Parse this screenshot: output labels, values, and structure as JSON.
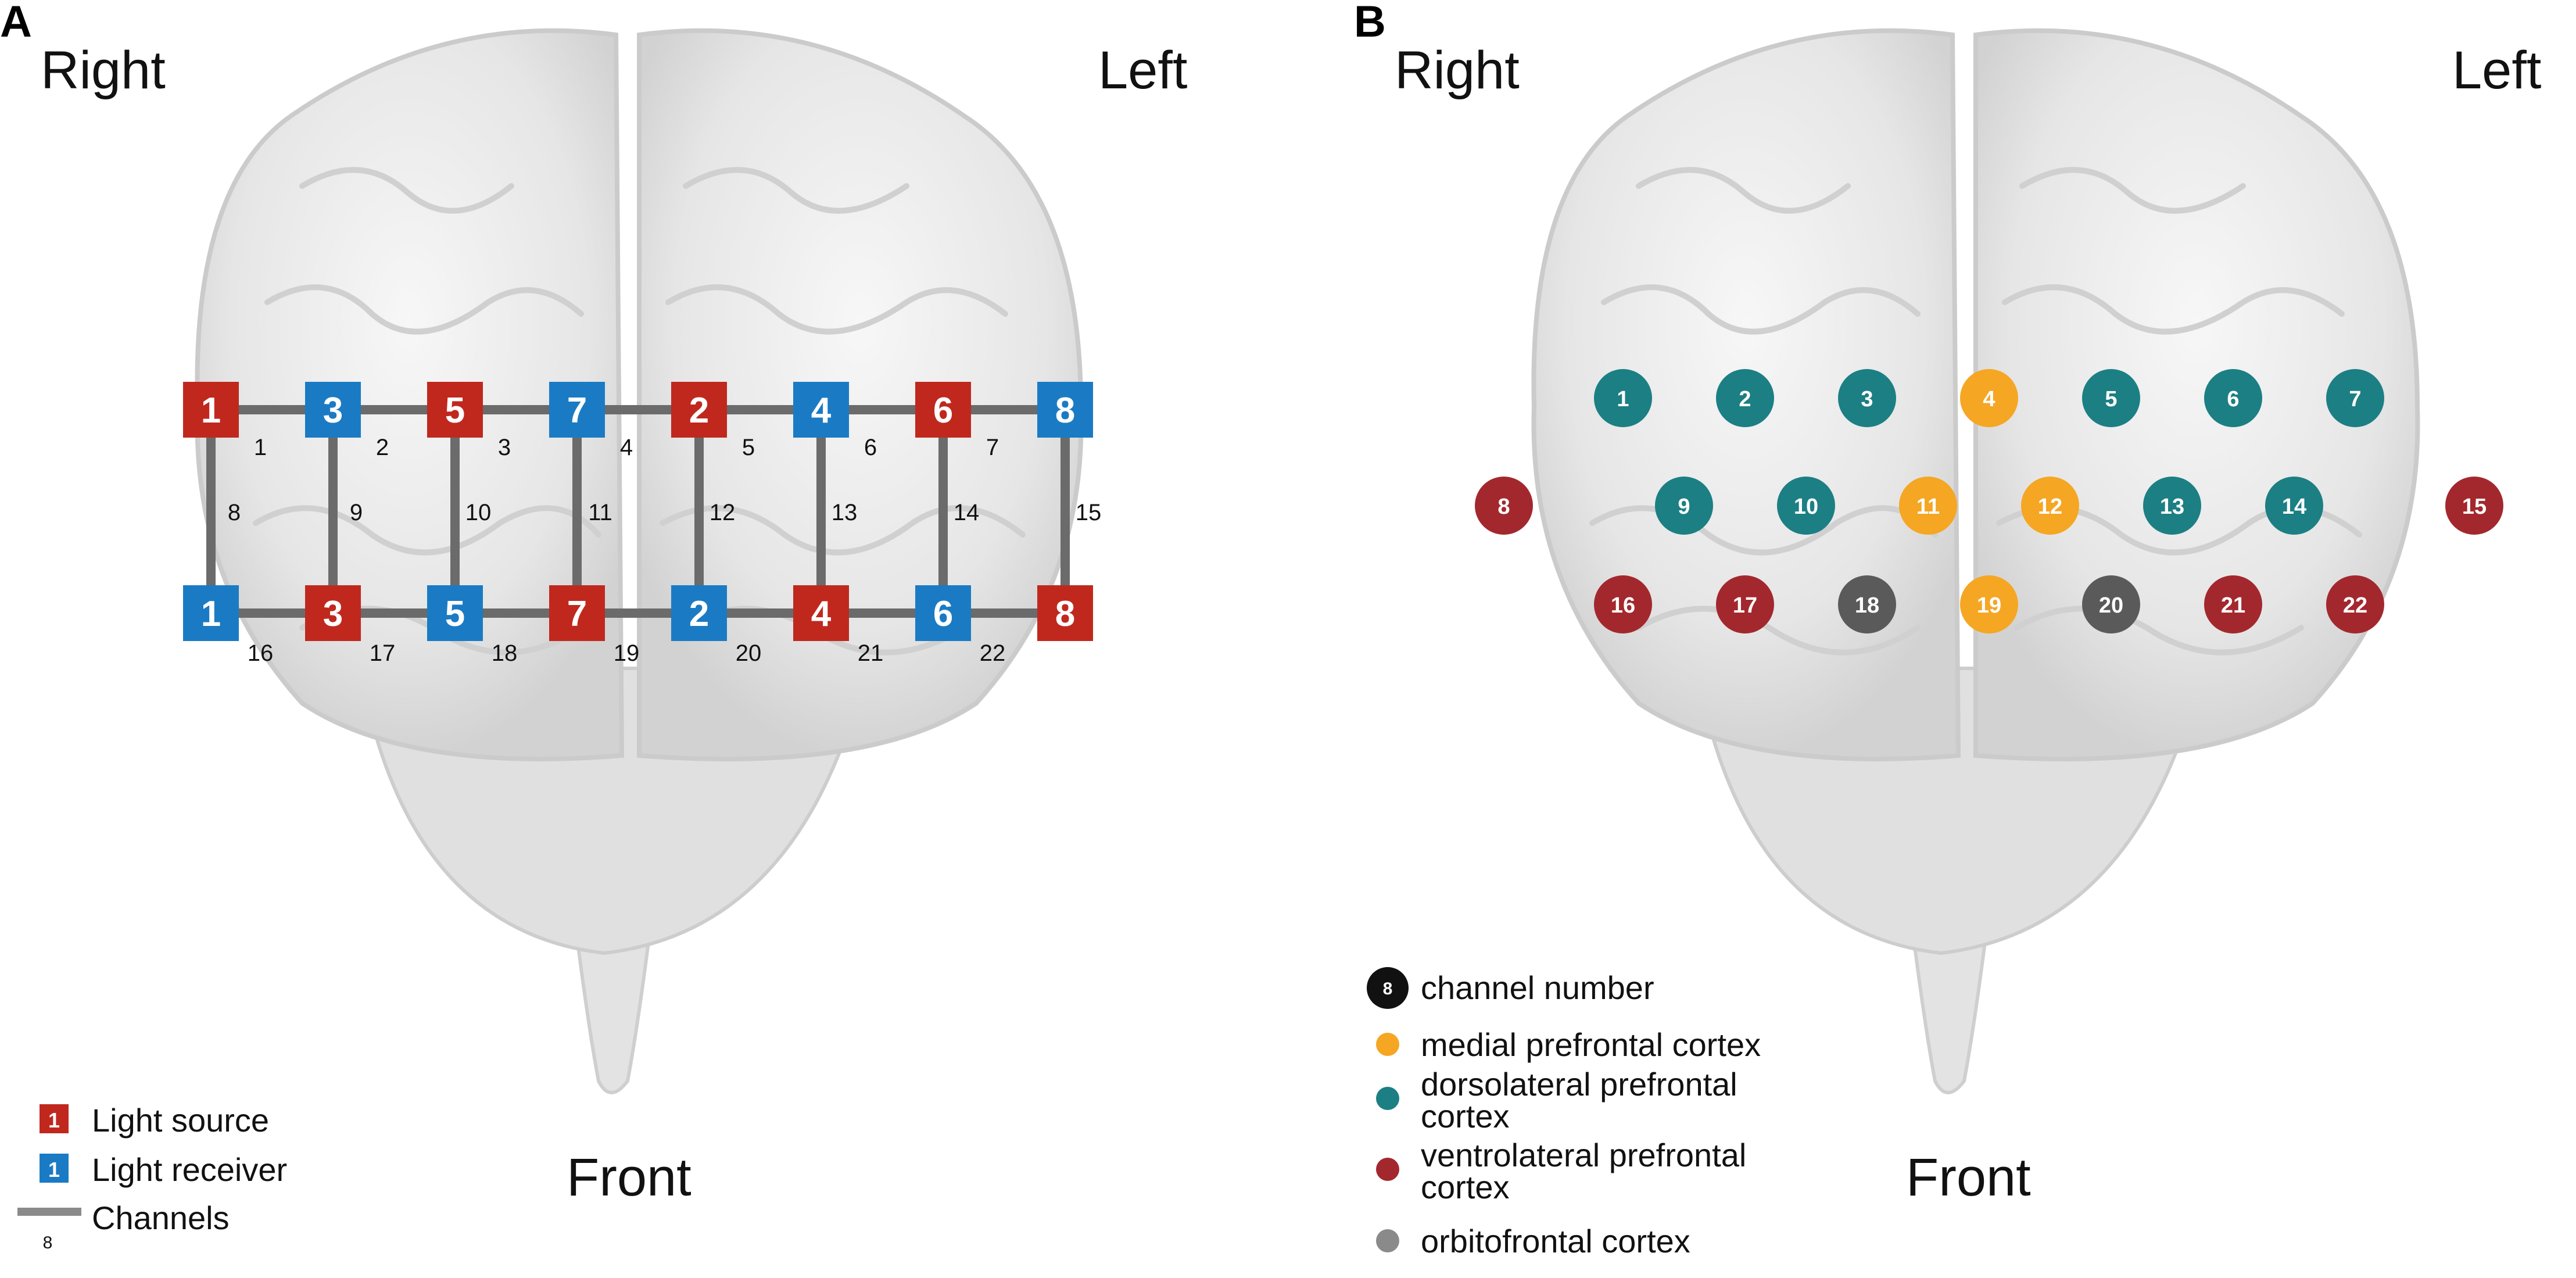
{
  "panels": [
    {
      "letter": "A",
      "right_label": "Right",
      "left_label": "Left",
      "front_label": "Front",
      "sources": [
        "1",
        "5",
        "2",
        "6",
        "3",
        "7",
        "4",
        "8"
      ],
      "receivers": [
        "3",
        "7",
        "4",
        "8",
        "1",
        "5",
        "2",
        "6"
      ],
      "channels": [
        "1",
        "2",
        "3",
        "4",
        "5",
        "6",
        "7",
        "8",
        "9",
        "10",
        "11",
        "12",
        "13",
        "14",
        "15",
        "16",
        "17",
        "18",
        "19",
        "20",
        "21",
        "22"
      ],
      "legend": {
        "source_sample": "1",
        "source_label": "Light source",
        "receiver_sample": "1",
        "receiver_label": "Light receiver",
        "channel_sample": "8",
        "channel_label": "Channels"
      }
    },
    {
      "letter": "B",
      "right_label": "Right",
      "left_label": "Left",
      "front_label": "Front",
      "channels": [
        {
          "n": "1",
          "region": "dlpfc"
        },
        {
          "n": "2",
          "region": "dlpfc"
        },
        {
          "n": "3",
          "region": "dlpfc"
        },
        {
          "n": "4",
          "region": "mpfc"
        },
        {
          "n": "5",
          "region": "dlpfc"
        },
        {
          "n": "6",
          "region": "dlpfc"
        },
        {
          "n": "7",
          "region": "dlpfc"
        },
        {
          "n": "8",
          "region": "vlpfc"
        },
        {
          "n": "9",
          "region": "dlpfc"
        },
        {
          "n": "10",
          "region": "dlpfc"
        },
        {
          "n": "11",
          "region": "mpfc"
        },
        {
          "n": "12",
          "region": "mpfc"
        },
        {
          "n": "13",
          "region": "dlpfc"
        },
        {
          "n": "14",
          "region": "dlpfc"
        },
        {
          "n": "15",
          "region": "vlpfc"
        },
        {
          "n": "16",
          "region": "vlpfc"
        },
        {
          "n": "17",
          "region": "vlpfc"
        },
        {
          "n": "18",
          "region": "ofc"
        },
        {
          "n": "19",
          "region": "mpfc"
        },
        {
          "n": "20",
          "region": "ofc"
        },
        {
          "n": "21",
          "region": "vlpfc"
        },
        {
          "n": "22",
          "region": "vlpfc"
        }
      ],
      "legend": {
        "channel_sample": "8",
        "channel_label": "channel number",
        "mpfc_label": "medial prefrontal cortex",
        "dlpfc_label_line1": "dorsolateral prefrontal",
        "dlpfc_label_line2": "cortex",
        "vlpfc_label_line1": "ventrolateral prefrontal",
        "vlpfc_label_line2": "cortex",
        "ofc_label": "orbitofrontal cortex"
      }
    }
  ],
  "colors": {
    "source": "#c0281e",
    "receiver": "#1a7bc4",
    "channel_line": "#6b6b6b",
    "mpfc": "#f5a623",
    "dlpfc": "#1c7f84",
    "vlpfc": "#a3282e",
    "ofc": "#5a5a5a",
    "channel_number_dot": "#111111"
  }
}
